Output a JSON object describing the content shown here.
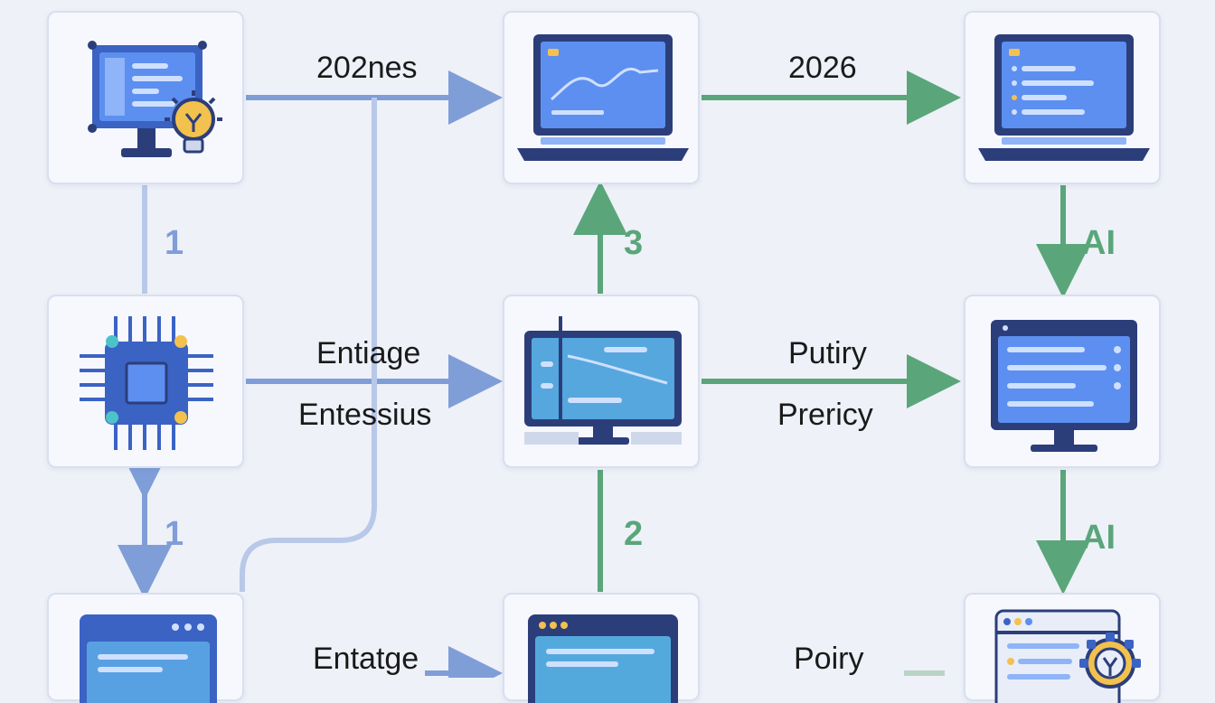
{
  "colors": {
    "blue_flow": "#7f9ed8",
    "green_flow": "#5aa67a",
    "icon_blue": "#3b63c4",
    "screen_light": "#5c8ff0",
    "accent_teal": "#4cc3c8",
    "accent_yellow": "#f2c14e"
  },
  "nodes": [
    {
      "id": "dashboard-lightbulb",
      "icon": "monitor-lightbulb-icon"
    },
    {
      "id": "analytics-laptop",
      "icon": "laptop-chart-icon"
    },
    {
      "id": "list-laptop",
      "icon": "laptop-list-icon"
    },
    {
      "id": "ai-chip",
      "icon": "chip-icon"
    },
    {
      "id": "chart-monitor",
      "icon": "monitor-chart-icon"
    },
    {
      "id": "list-monitor",
      "icon": "monitor-list-icon"
    },
    {
      "id": "browser-window",
      "icon": "browser-window-icon"
    },
    {
      "id": "browser-center",
      "icon": "browser-window-icon"
    },
    {
      "id": "settings-window",
      "icon": "window-gear-icon"
    }
  ],
  "edge_labels": {
    "top_left": "202nes",
    "top_right": "2026",
    "mid_left_1": "Entiage",
    "mid_left_2": "Entessius",
    "mid_right_1": "Putiry",
    "mid_right_2": "Prericy",
    "bottom_left": "Entatge",
    "bottom_right": "Poiry"
  },
  "step_labels": {
    "left_upper": "1",
    "left_lower": "1",
    "center_upper": "3",
    "center_lower": "2",
    "right_upper": "AI",
    "right_lower": "AI"
  }
}
